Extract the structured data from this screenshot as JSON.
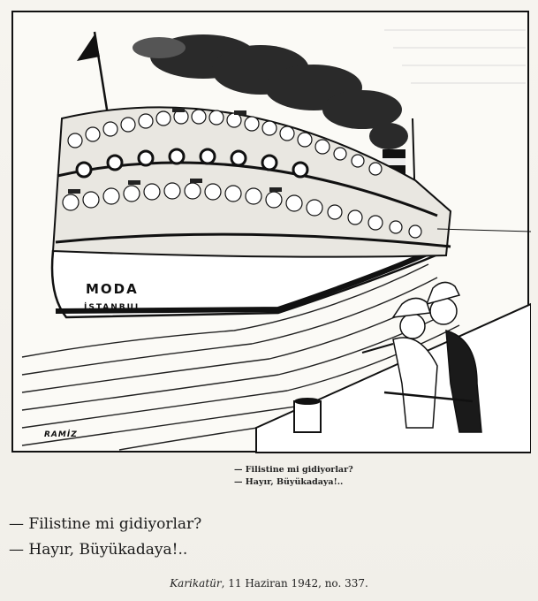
{
  "cartoon": {
    "ferry_name": "MODA",
    "ferry_port": "İSTANBUL",
    "artist_signature": "RAMİZ",
    "inner_caption_line1": "— Filistine mi gidiyorlar?",
    "inner_caption_line2": "— Hayır, Büyükadaya!.."
  },
  "caption": {
    "line1": "— Filistine mi gidiyorlar?",
    "line2": "— Hayır, Büyükadaya!.."
  },
  "source": {
    "publication": "Karikatür",
    "details": ", 11 Haziran 1942, no. 337."
  }
}
